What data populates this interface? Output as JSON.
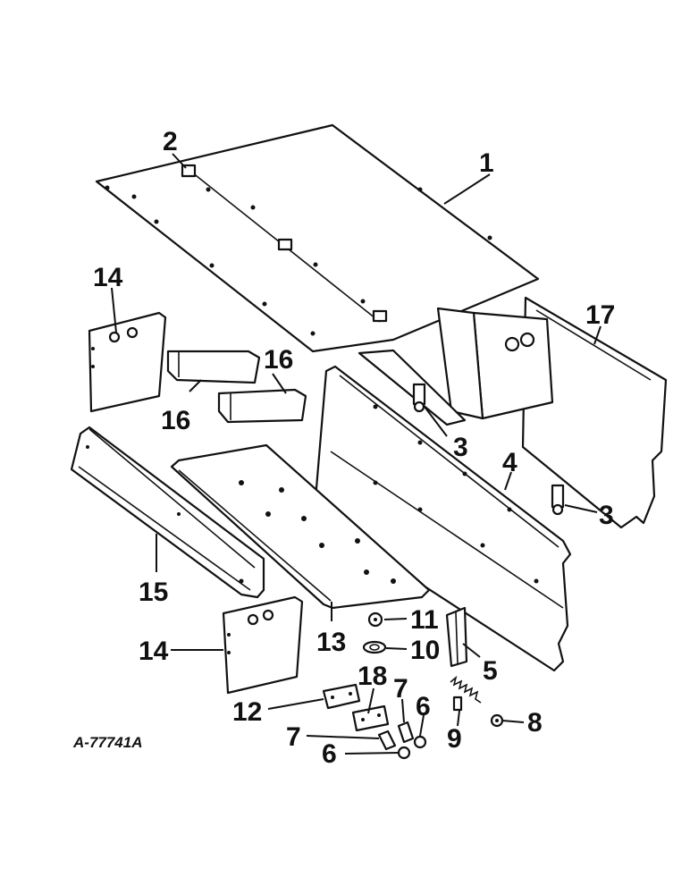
{
  "diagram": {
    "reference_code": "A-77741A",
    "callouts": [
      {
        "id": "c1",
        "text": "1"
      },
      {
        "id": "c2",
        "text": "2"
      },
      {
        "id": "c3a",
        "text": "3"
      },
      {
        "id": "c3b",
        "text": "3"
      },
      {
        "id": "c4",
        "text": "4"
      },
      {
        "id": "c5",
        "text": "5"
      },
      {
        "id": "c6a",
        "text": "6"
      },
      {
        "id": "c6b",
        "text": "6"
      },
      {
        "id": "c7a",
        "text": "7"
      },
      {
        "id": "c7b",
        "text": "7"
      },
      {
        "id": "c8",
        "text": "8"
      },
      {
        "id": "c9",
        "text": "9"
      },
      {
        "id": "c10",
        "text": "10"
      },
      {
        "id": "c11",
        "text": "11"
      },
      {
        "id": "c12",
        "text": "12"
      },
      {
        "id": "c13",
        "text": "13"
      },
      {
        "id": "c14a",
        "text": "14"
      },
      {
        "id": "c14b",
        "text": "14"
      },
      {
        "id": "c15",
        "text": "15"
      },
      {
        "id": "c16a",
        "text": "16"
      },
      {
        "id": "c16b",
        "text": "16"
      },
      {
        "id": "c17",
        "text": "17"
      },
      {
        "id": "c18",
        "text": "18"
      }
    ]
  }
}
